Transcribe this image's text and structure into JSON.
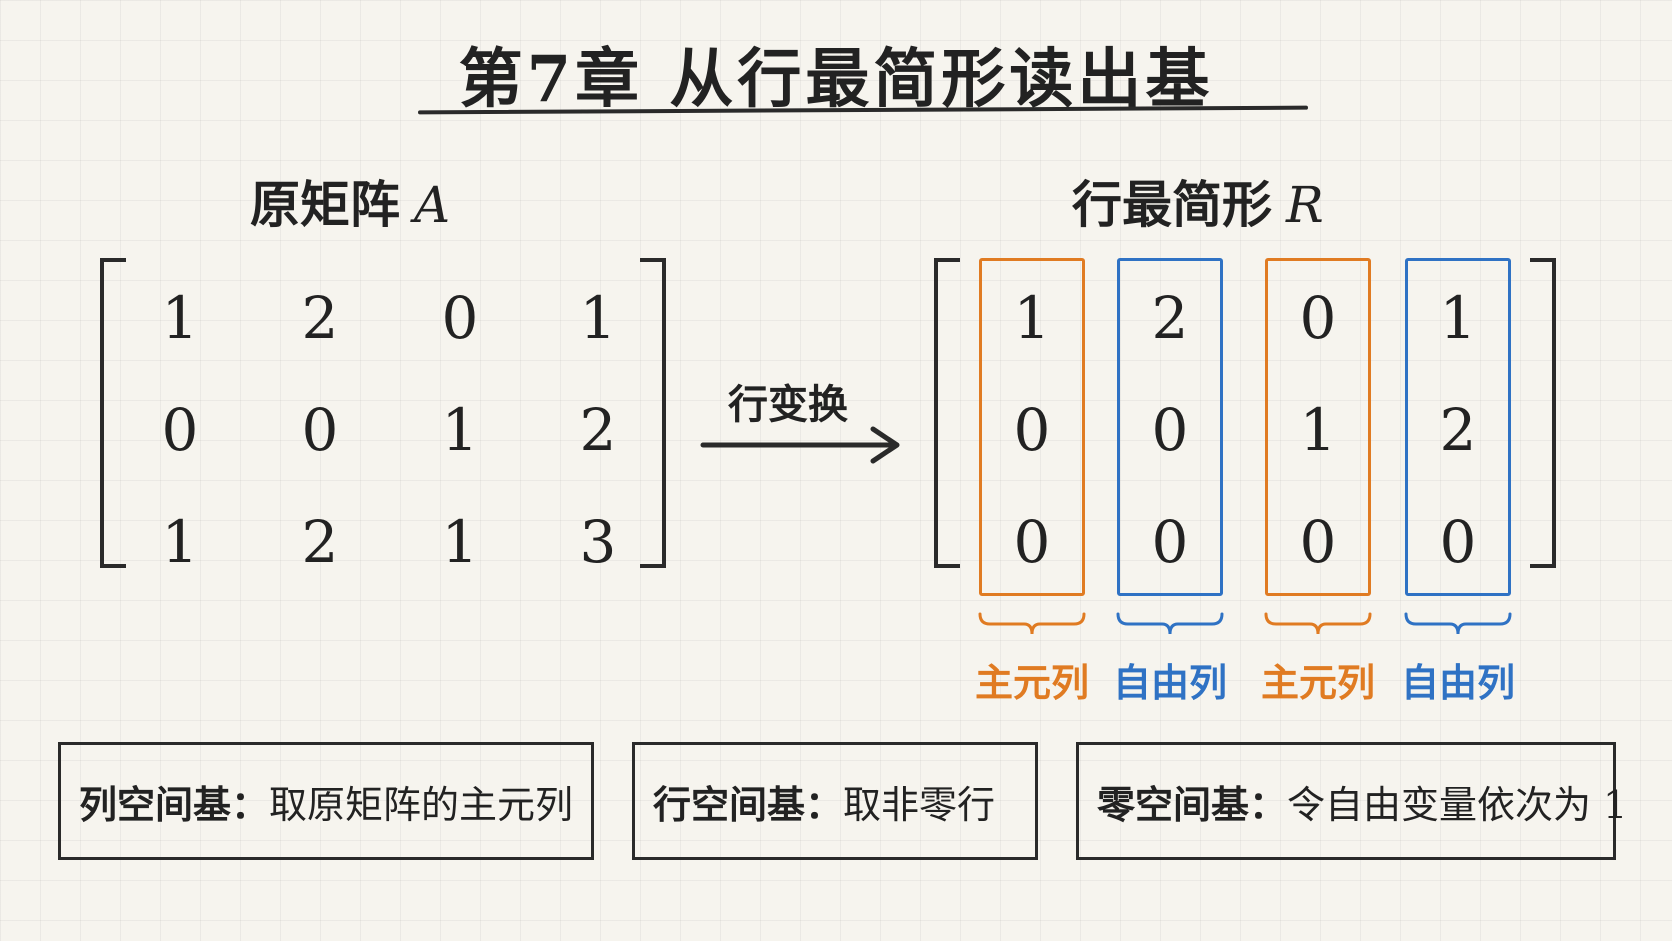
{
  "title": "第7章  从行最简形读出基",
  "left_matrix": {
    "label": "原矩阵",
    "symbol": "A",
    "rows": [
      [
        "1",
        "2",
        "0",
        "1"
      ],
      [
        "0",
        "0",
        "1",
        "2"
      ],
      [
        "1",
        "2",
        "1",
        "3"
      ]
    ]
  },
  "right_matrix": {
    "label": "行最简形",
    "symbol": "R",
    "rows": [
      [
        "1",
        "2",
        "0",
        "1"
      ],
      [
        "0",
        "0",
        "1",
        "2"
      ],
      [
        "0",
        "0",
        "0",
        "0"
      ]
    ]
  },
  "arrow": {
    "label": "行变换"
  },
  "columns": [
    {
      "label": "主元列",
      "kind": "pivot"
    },
    {
      "label": "自由列",
      "kind": "free"
    },
    {
      "label": "主元列",
      "kind": "pivot"
    },
    {
      "label": "自由列",
      "kind": "free"
    }
  ],
  "colors": {
    "pivot": "#e07b22",
    "free": "#2f72c4",
    "ink": "#2a2a2a"
  },
  "info_boxes": [
    {
      "key": "列空间基：",
      "text": "取原矩阵的主元列"
    },
    {
      "key": "行空间基：",
      "text": "取非零行"
    },
    {
      "key": "零空间基：",
      "text": "令自由变量依次为 1"
    }
  ]
}
